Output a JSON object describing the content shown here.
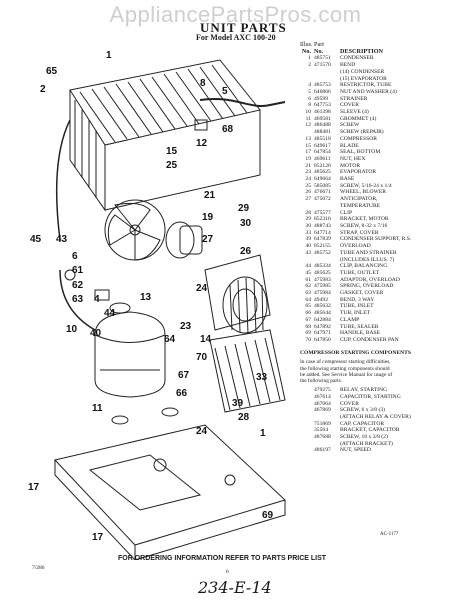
{
  "watermark": "AppliancePartsPros.com",
  "title": "UNIT PARTS",
  "subtitle": "For Model AXC 100-20",
  "header": {
    "col1a": "Illus.",
    "col1b": "No.",
    "col2a": "Part",
    "col2b": "No.",
    "col3": "DESCRIPTION"
  },
  "parts": [
    {
      "no": "1",
      "part": "485751",
      "desc": "CONDENSER"
    },
    {
      "no": "2",
      "part": "471570",
      "desc": "BEND"
    },
    {
      "no": "",
      "part": "",
      "desc": "(14) CONDENSER"
    },
    {
      "no": "",
      "part": "",
      "desc": "(15) EVAPORATOR"
    },
    {
      "no": "4",
      "part": "485753",
      "desc": "RESTRICTOR, TUBE"
    },
    {
      "no": "5",
      "part": "646866",
      "desc": "NUT AND WASHER (4)"
    },
    {
      "no": "6",
      "part": "49599",
      "desc": "STRAINER"
    },
    {
      "no": "8",
      "part": "647753",
      "desc": "COVER"
    },
    {
      "no": "10",
      "part": "461398",
      "desc": "SLEEVE (4)"
    },
    {
      "no": "11",
      "part": "469581",
      "desc": "GROMMET (4)"
    },
    {
      "no": "12",
      "part": "486488",
      "desc": "SCREW"
    },
    {
      "no": "",
      "part": "488481",
      "desc": "SCREW (REPAIR)"
    },
    {
      "no": "13",
      "part": "485518",
      "desc": "COMPRESSOR"
    },
    {
      "no": "15",
      "part": "649617",
      "desc": "BLADE"
    },
    {
      "no": "17",
      "part": "647854",
      "desc": "SEAL, BOTTOM"
    },
    {
      "no": "19",
      "part": "469611",
      "desc": "NUT, HEX"
    },
    {
      "no": "21",
      "part": "852126",
      "desc": "MOTOR"
    },
    {
      "no": "23",
      "part": "485625",
      "desc": "EVAPORATOR"
    },
    {
      "no": "24",
      "part": "649664",
      "desc": "BASE"
    },
    {
      "no": "25",
      "part": "585085",
      "desc": "SCREW, 5/16-24 x 1/4"
    },
    {
      "no": "26",
      "part": "476671",
      "desc": "WHEEL, BLOWER"
    },
    {
      "no": "27",
      "part": "475072",
      "desc": "ANTICIPATOR,"
    },
    {
      "no": "",
      "part": "",
      "desc": "TEMPERATURE"
    },
    {
      "no": "28",
      "part": "475577",
      "desc": "CLIP"
    },
    {
      "no": "29",
      "part": "852316",
      "desc": "BRACKET, MOTOR"
    },
    {
      "no": "30",
      "part": "488743",
      "desc": "SCREW, 8-32 x 7/16"
    },
    {
      "no": "33",
      "part": "647714",
      "desc": "STRAP, COVER"
    },
    {
      "no": "39",
      "part": "647839",
      "desc": "CONDENSER SUPPORT, R.S."
    },
    {
      "no": "40",
      "part": "852155",
      "desc": "OVERLOAD"
    },
    {
      "no": "43",
      "part": "485752",
      "desc": "TUBE AND STRAINER"
    },
    {
      "no": "",
      "part": "",
      "desc": "(INCLUDES ILLUS. 7)"
    },
    {
      "no": "44",
      "part": "485334",
      "desc": "CLIP, BALANCING"
    },
    {
      "no": "45",
      "part": "485625",
      "desc": "TUBE, OUTLET"
    },
    {
      "no": "61",
      "part": "475983",
      "desc": "ADAPTOR, OVERLOAD"
    },
    {
      "no": "62",
      "part": "475985",
      "desc": "SPRING, OVERLOAD"
    },
    {
      "no": "63",
      "part": "475984",
      "desc": "GASKET, COVER"
    },
    {
      "no": "64",
      "part": "49492",
      "desc": "BEND, 3 WAY"
    },
    {
      "no": "65",
      "part": "485632",
      "desc": "TUBE, INLET"
    },
    {
      "no": "66",
      "part": "485644",
      "desc": "TUB, INLET"
    },
    {
      "no": "67",
      "part": "642884",
      "desc": "CLAMP"
    },
    {
      "no": "68",
      "part": "647892",
      "desc": "TUBE, SEALER"
    },
    {
      "no": "69",
      "part": "647971",
      "desc": "HANDLE, BASE"
    },
    {
      "no": "70",
      "part": "647850",
      "desc": "CUP, CONDENSER PAN"
    }
  ],
  "starting": {
    "heading": "COMPRESSOR STARTING COMPONENTS",
    "note": "In case of compressor starting difficulties,\nthe following starting components should\nbe added. See Service Manual for usage of\nthe following parts.",
    "items": [
      {
        "part": "479275",
        "desc": "RELAY, STARTING"
      },
      {
        "part": "467614",
        "desc": "CAPACITOR, STARTING"
      },
      {
        "part": "467064",
        "desc": "COVER"
      },
      {
        "part": "467869",
        "desc": "SCREW, 6 x 3/8 (3)"
      },
      {
        "part": "",
        "desc": "(ATTACH RELAY & COVER)"
      },
      {
        "part": "751869",
        "desc": "CAP, CAPACITOR"
      },
      {
        "part": "35564",
        "desc": "BRACKET, CAPACITOR"
      },
      {
        "part": "487688",
        "desc": "SCREW, 10 x 3/8 (2)"
      },
      {
        "part": "",
        "desc": "(ATTACH BRACKET)"
      },
      {
        "part": "486197",
        "desc": "NUT, SPEED"
      }
    ]
  },
  "callouts": [
    "65",
    "1",
    "8",
    "5",
    "68",
    "2",
    "12",
    "15",
    "25",
    "45",
    "21",
    "43",
    "19",
    "27",
    "29",
    "30",
    "6",
    "61",
    "26",
    "62",
    "63",
    "24",
    "4",
    "44",
    "40",
    "10",
    "13",
    "23",
    "14",
    "64",
    "70",
    "33",
    "67",
    "11",
    "66",
    "24",
    "39",
    "28",
    "1",
    "17",
    "69",
    "17"
  ],
  "fig_code": "AC-1177",
  "ordering": "FOR ORDERING INFORMATION REFER TO PARTS PRICE LIST",
  "date": "7/286",
  "page_no": "6",
  "handwritten": "234-E-14"
}
